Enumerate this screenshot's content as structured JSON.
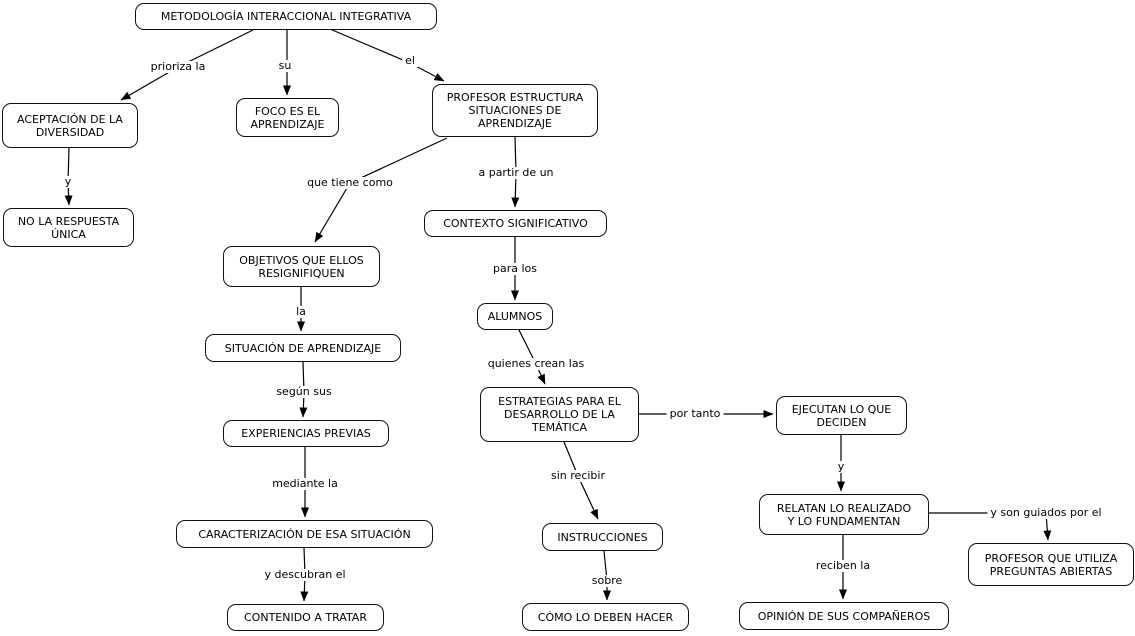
{
  "diagram": {
    "background_color": "#ffffff",
    "line_color": "#000000",
    "box_border_color": "#111111",
    "box_fill_color": "#ffffff",
    "text_color": "#000000"
  },
  "nodes": {
    "metodologia": "METODOLOGÍA INTERACCIONAL INTEGRATIVA",
    "aceptacion_diversidad": "ACEPTACIÓN DE LA\nDIVERSIDAD",
    "foco_aprendizaje": "FOCO ES EL\nAPRENDIZAJE",
    "profesor_estructura": "PROFESOR ESTRUCTURA\nSITUACIONES DE\nAPRENDIZAJE",
    "no_respuesta_unica": "NO LA RESPUESTA\nÚNICA",
    "contexto_significativo": "CONTEXTO SIGNIFICATIVO",
    "objetivos_resignifiquen": "OBJETIVOS QUE ELLOS\nRESIGNIFIQUEN",
    "situacion_aprendizaje": "SITUACIÓN DE APRENDIZAJE",
    "alumnos": "ALUMNOS",
    "experiencias_previas": "EXPERIENCIAS PREVIAS",
    "estrategias_desarrollo": "ESTRATEGIAS PARA EL\nDESARROLLO DE LA\nTEMÁTICA",
    "ejecutan_deciden": "EJECUTAN LO QUE\nDECIDEN",
    "caracterizacion_situacion": "CARACTERIZACIÓN DE ESA SITUACIÓN",
    "relatan_fundamentan": "RELATAN LO REALIZADO\nY LO FUNDAMENTAN",
    "instrucciones": "INSTRUCCIONES",
    "profesor_preguntas_abiertas": "PROFESOR QUE UTILIZA\nPREGUNTAS ABIERTAS",
    "contenido_tratar": "CONTENIDO A TRATAR",
    "como_deben_hacer": "CÓMO LO DEBEN HACER",
    "opinion_companeros": "OPINIÓN DE SUS COMPAÑEROS"
  },
  "edge_labels": {
    "prioriza_la": "prioriza la",
    "su": "su",
    "el": "el",
    "y_1": "y",
    "que_tiene_como": "que tiene como",
    "a_partir_de_un": "a partir de un",
    "la": "la",
    "segun_sus": "según sus",
    "para_los": "para los",
    "quienes_crean_las": "quienes crean las",
    "mediante_la": "mediante la",
    "sin_recibir": "sin recibir",
    "por_tanto": "por tanto",
    "y_2": "y",
    "y_descubran_el": "y descubran el",
    "sobre": "sobre",
    "reciben_la": "reciben la",
    "y_son_guiados_por_el": "y son guiados por el"
  }
}
